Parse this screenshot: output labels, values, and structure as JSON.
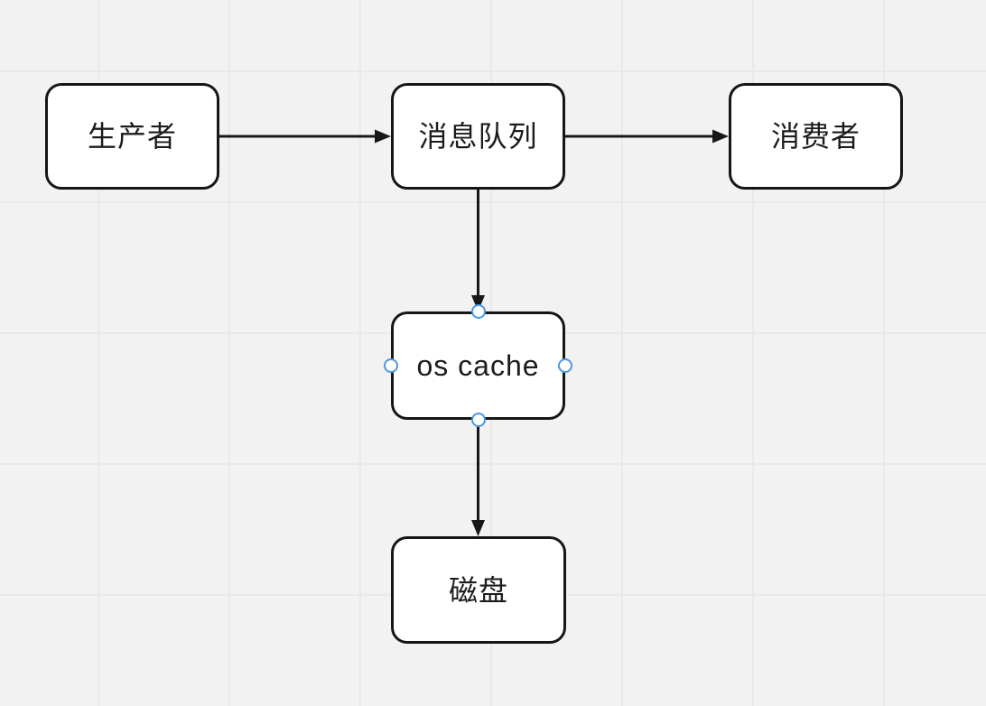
{
  "canvas": {
    "background_color": "#f2f2f3",
    "grid_line_color": "#e9e9eb",
    "node_fill_color": "#ffffff",
    "node_border_color": "#161616",
    "edge_color": "#181818",
    "selection_handle_color": "#4a97e4"
  },
  "diagram": {
    "nodes": [
      {
        "id": "producer",
        "label": "生产者",
        "selected": false
      },
      {
        "id": "message-queue",
        "label": "消息队列",
        "selected": false
      },
      {
        "id": "consumer",
        "label": "消费者",
        "selected": false
      },
      {
        "id": "os-cache",
        "label": "os cache",
        "selected": true
      },
      {
        "id": "disk",
        "label": "磁盘",
        "selected": false
      }
    ],
    "edges": [
      {
        "from": "producer",
        "to": "message-queue",
        "direction": "right"
      },
      {
        "from": "message-queue",
        "to": "consumer",
        "direction": "right"
      },
      {
        "from": "message-queue",
        "to": "os-cache",
        "direction": "down"
      },
      {
        "from": "os-cache",
        "to": "disk",
        "direction": "down"
      }
    ],
    "selected_node_handles": [
      "top",
      "bottom",
      "left",
      "right"
    ]
  }
}
